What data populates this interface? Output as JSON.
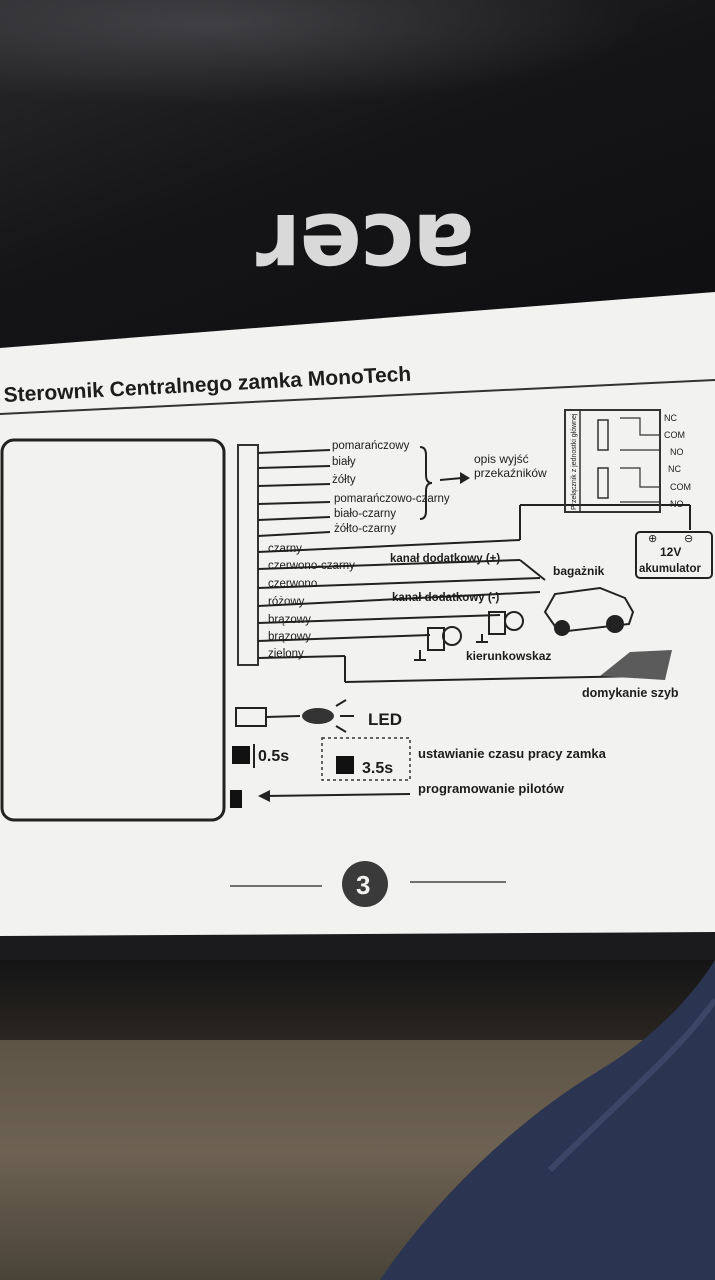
{
  "title": "Sterownik Centralnego zamka MonoTech",
  "laptop_brand": "acer",
  "wires": [
    "pomarańczowy",
    "biały",
    "żółty",
    "pomarańczowo-czarny",
    "biało-czarny",
    "żółto-czarny",
    "czarny",
    "czerwono-czarny",
    "czerwono",
    "różowy",
    "brązowy",
    "brązowy",
    "zielony"
  ],
  "relay_note": "opis wyjść przekaźników",
  "relay_note_line1": "opis wyjść",
  "relay_note_line2": "przekaźników",
  "relay_contacts": [
    "NC",
    "COM",
    "NO",
    "NC",
    "COM",
    "NO"
  ],
  "relay_box_label": "Przełącznik z jednostki głównej",
  "battery": {
    "voltage": "12V",
    "label": "akumulator",
    "plus": "⊕",
    "minus": "⊖"
  },
  "aux_plus": "kanał dodatkowy (+)",
  "aux_minus": "kanał dodatkowy (-)",
  "trunk": "bagażnik",
  "indicator": "kierunkowskaz",
  "windows": "domykanie szyb",
  "led": "LED",
  "time_short": "0.5s",
  "time_long": "3.5s",
  "lock_time": "ustawianie czasu pracy zamka",
  "remote_prog": "programowanie pilotów",
  "page_number": "3",
  "colors": {
    "paper": "#f2f2f0",
    "ink": "#1d1d1d",
    "laptop": "#151517",
    "desk": "#6d6253"
  }
}
